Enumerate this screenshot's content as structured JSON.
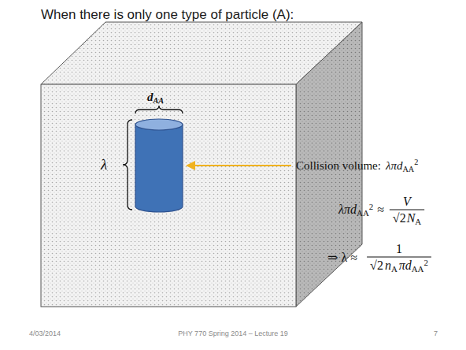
{
  "diagram": {
    "title": "When there is only one type of particle (A):",
    "labels": [
      "d",
      "AA",
      "λ",
      "Collision volume:",
      "λπd",
      "AA",
      "2",
      "λπd",
      "AA",
      "2",
      "≈",
      "V",
      "√2",
      "N",
      "A",
      "⇒ λ ≈",
      "1",
      "√2",
      "n",
      "A",
      "πd",
      "AA",
      "2",
      "4/03/2014",
      "PHY 770 Spring 2014 – Lecture 19",
      "7"
    ]
  }
}
